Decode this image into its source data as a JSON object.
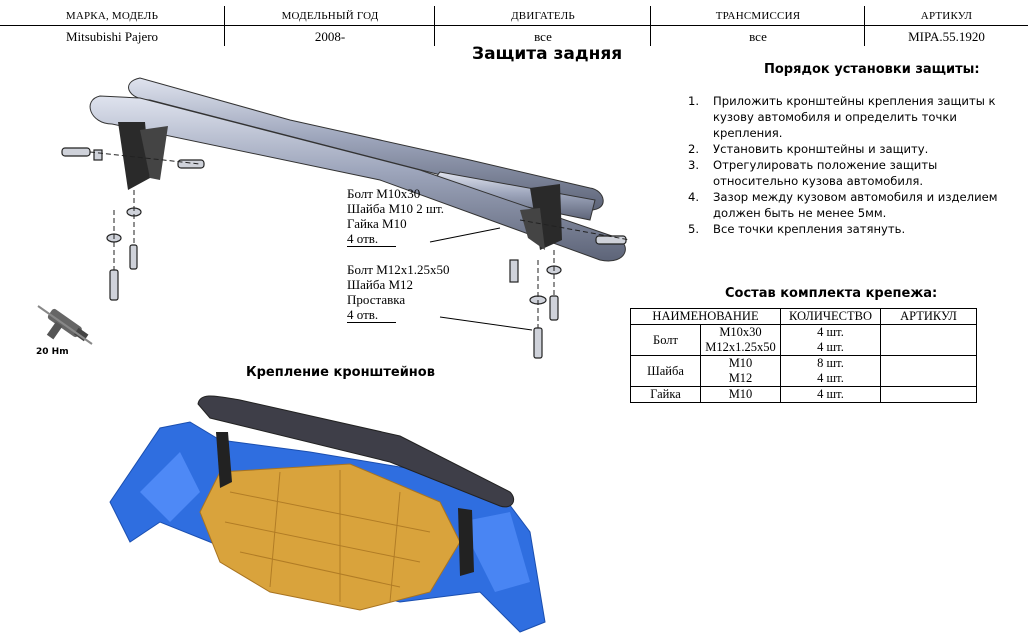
{
  "header": {
    "columns": [
      {
        "label": "МАРКА, МОДЕЛЬ",
        "value": "Mitsubishi Pajero"
      },
      {
        "label": "МОДЕЛЬНЫЙ ГОД",
        "value": "2008-"
      },
      {
        "label": "ДВИГАТЕЛЬ",
        "value": "все"
      },
      {
        "label": "ТРАНСМИССИЯ",
        "value": "все"
      },
      {
        "label": "АРТИКУЛ",
        "value": "MIPA.55.1920"
      }
    ]
  },
  "title": "Защита задняя",
  "install": {
    "title": "Порядок установки защиты:",
    "steps": [
      {
        "num": "1.",
        "text": "Приложить кронштейны крепления защиты к кузову автомобиля и определить точки крепления."
      },
      {
        "num": "2.",
        "text": "Установить кронштейны и защиту."
      },
      {
        "num": "3.",
        "text": "Отрегулировать положение защиты относительно кузова автомобиля."
      },
      {
        "num": "4.",
        "text": "Зазор между кузовом автомобиля и изделием должен быть не менее 5мм."
      },
      {
        "num": "5.",
        "text": "Все точки крепления затянуть."
      }
    ]
  },
  "fasteners_upper": {
    "l1": "Болт М10х30",
    "l2": "Шайба М10 2 шт.",
    "l3": "Гайка М10",
    "l4": "4 отв."
  },
  "fasteners_lower": {
    "l1": "Болт М12х1.25х50",
    "l2": "Шайба М12",
    "l3": "Проставка",
    "l4": "4 отв."
  },
  "torque": "20 Hm",
  "mount_title": "Крепление кронштейнов",
  "kit": {
    "title": "Состав комплекта крепежа:",
    "headers": [
      "НАИМЕНОВАНИЕ",
      "КОЛИЧЕСТВО",
      "АРТИКУЛ"
    ],
    "bolt": {
      "name": "Болт",
      "a": "М10х30",
      "qa": "4 шт.",
      "b": "М12х1.25х50",
      "qb": "4 шт."
    },
    "washer": {
      "name": "Шайба",
      "a": "М10",
      "qa": "8 шт.",
      "b": "М12",
      "qb": "4 шт."
    },
    "nut": {
      "name": "Гайка",
      "a": "М10",
      "qa": "4 шт."
    }
  },
  "colors": {
    "tube": "#9ea6bc",
    "bracket": "#2a2a2a",
    "body_blue": "#2f6ee0",
    "floor_gold": "#d9a33c",
    "bumper": "#3e3e48"
  }
}
